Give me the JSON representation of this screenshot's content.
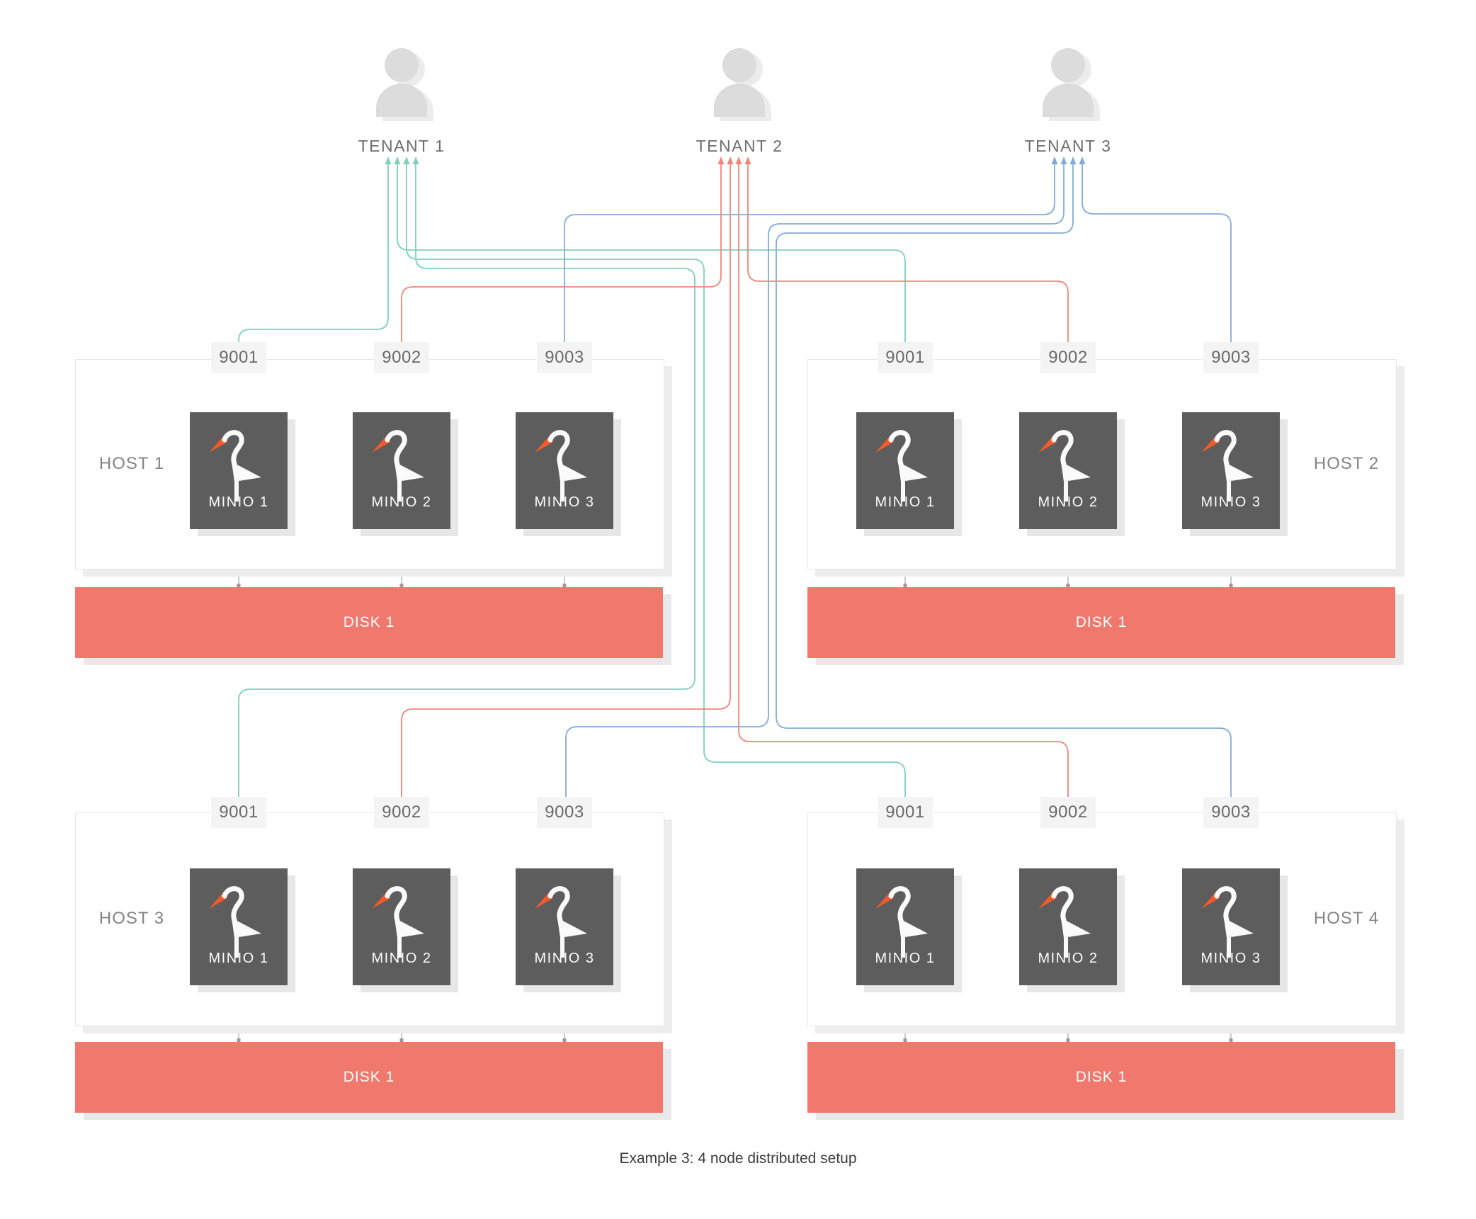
{
  "diagram": {
    "caption": "Example 3: 4 node distributed setup",
    "tenants": [
      {
        "label": "TENANT 1",
        "color": "#7ed0bf"
      },
      {
        "label": "TENANT 2",
        "color": "#f0867a"
      },
      {
        "label": "TENANT 3",
        "color": "#84abd8"
      }
    ],
    "hosts": [
      {
        "label": "HOST 1",
        "label_side": "left",
        "ports": [
          "9001",
          "9002",
          "9003"
        ],
        "minio_nodes": [
          "MINIO 1",
          "MINIO 2",
          "MINIO 3"
        ],
        "disk": "DISK 1"
      },
      {
        "label": "HOST 2",
        "label_side": "right",
        "ports": [
          "9001",
          "9002",
          "9003"
        ],
        "minio_nodes": [
          "MINIO 1",
          "MINIO 2",
          "MINIO 3"
        ],
        "disk": "DISK 1"
      },
      {
        "label": "HOST 3",
        "label_side": "left",
        "ports": [
          "9001",
          "9002",
          "9003"
        ],
        "minio_nodes": [
          "MINIO 1",
          "MINIO 2",
          "MINIO 3"
        ],
        "disk": "DISK 1"
      },
      {
        "label": "HOST 4",
        "label_side": "right",
        "ports": [
          "9001",
          "9002",
          "9003"
        ],
        "minio_nodes": [
          "MINIO 1",
          "MINIO 2",
          "MINIO 3"
        ],
        "disk": "DISK 1"
      }
    ],
    "routes": [
      {
        "tenant": 0,
        "host": 0,
        "port": "9001"
      },
      {
        "tenant": 0,
        "host": 1,
        "port": "9001"
      },
      {
        "tenant": 0,
        "host": 3,
        "port": "9001"
      },
      {
        "tenant": 0,
        "host": 2,
        "port": "9001"
      },
      {
        "tenant": 1,
        "host": 0,
        "port": "9002"
      },
      {
        "tenant": 1,
        "host": 2,
        "port": "9002"
      },
      {
        "tenant": 1,
        "host": 3,
        "port": "9002"
      },
      {
        "tenant": 1,
        "host": 1,
        "port": "9002"
      },
      {
        "tenant": 2,
        "host": 0,
        "port": "9003"
      },
      {
        "tenant": 2,
        "host": 2,
        "port": "9003"
      },
      {
        "tenant": 2,
        "host": 3,
        "port": "9003"
      },
      {
        "tenant": 2,
        "host": 1,
        "port": "9003"
      }
    ],
    "colors": {
      "tenant_icon": "#dcdcdc",
      "tenant_icon_shadow": "#ececec",
      "disk_fill": "#f0786c",
      "minio_box": "#5d5d5d",
      "bird_body": "#fafafa",
      "bird_beak": "#f15b2b",
      "connector_gray": "#b3b3b3",
      "teal_line": "#7ed0bf",
      "red_line": "#f0867a",
      "blue_line": "#84abd8"
    }
  }
}
